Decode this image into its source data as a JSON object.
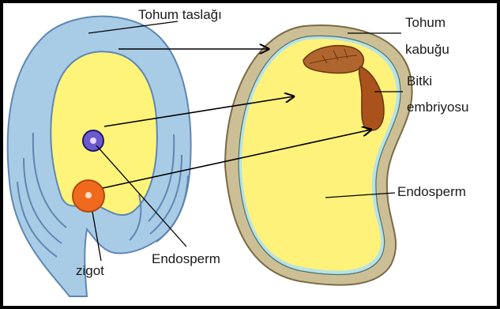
{
  "labels": {
    "ovule": "Tohum taslağı",
    "seed_coat_line1": "Tohum",
    "seed_coat_line2": "kabuğu",
    "embryo_line1": "Bitki",
    "embryo_line2": "embriyosu",
    "endosperm_right": "Endosperm",
    "endosperm_left": "Endosperm",
    "zygote": "zigot"
  },
  "colors": {
    "frame": "#000000",
    "ovule_tissue": "#a9cce6",
    "ovule_lines": "#5f86b3",
    "embryo_sac": "#fff47a",
    "endosperm_nucleus": "#6a5acd",
    "zygote": "#f06a1e",
    "seed_coat": "#cdbf95",
    "seed_coat_stripe": "#b7e3e6",
    "endosperm_fill": "#fff27a",
    "embryo": "#a9521b",
    "cotyledon": "#b0652e"
  }
}
